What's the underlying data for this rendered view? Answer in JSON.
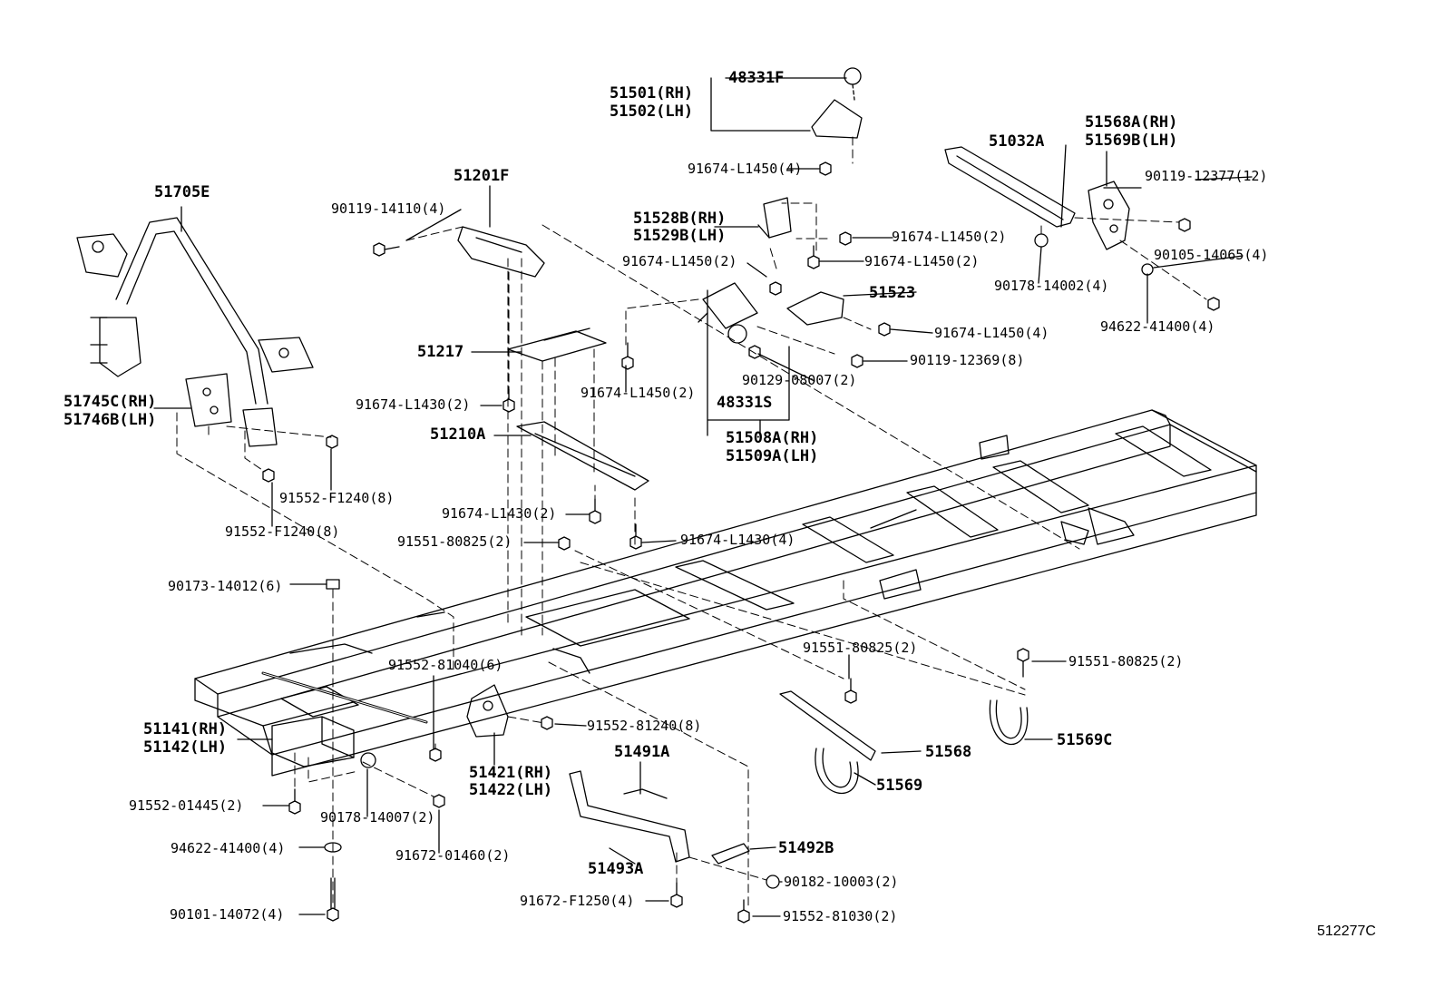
{
  "diagram_id": "512277C",
  "labels": {
    "p48331F": "48331F",
    "p51501_rh": "51501(RH)",
    "p51502_lh": "51502(LH)",
    "p91674_L1450_4_top": "91674-L1450(4)",
    "p51032A": "51032A",
    "p51568A_rh": "51568A(RH)",
    "p51569B_lh": "51569B(LH)",
    "p90119_12377": "90119-12377(12)",
    "p51705E": "51705E",
    "p51201F": "51201F",
    "p90119_14110": "90119-14110(4)",
    "p51528B_rh": "51528B(RH)",
    "p51529B_lh": "51529B(LH)",
    "p91674_L1450_2_a": "91674-L1450(2)",
    "p91674_L1450_2_b": "91674-L1450(2)",
    "p91674_L1450_2_c": "91674-L1450(2)",
    "p90105_14065": "90105-14065(4)",
    "p90178_14002": "90178-14002(4)",
    "p51523": "51523",
    "p94622_41400_right": "94622-41400(4)",
    "p91674_L1450_4_mid": "91674-L1450(4)",
    "p90119_12369": "90119-12369(8)",
    "p51217": "51217",
    "p90129_08007": "90129-08007(2)",
    "p91674_L1430_2_a": "91674-L1430(2)",
    "p91674_L1450_2_d": "91674-L1450(2)",
    "p48331S": "48331S",
    "p51745C_rh": "51745C(RH)",
    "p51746B_lh": "51746B(LH)",
    "p51508A_rh": "51508A(RH)",
    "p51509A_lh": "51509A(LH)",
    "p51210A": "51210A",
    "p91552_F1240_a": "91552-F1240(8)",
    "p91552_F1240_b": "91552-F1240(8)",
    "p91674_L1430_2_b": "91674-L1430(2)",
    "p91551_80825_a": "91551-80825(2)",
    "p91674_L1430_4": "91674-L1430(4)",
    "p90173_14012": "90173-14012(6)",
    "p91551_80825_b": "91551-80825(2)",
    "p91551_80825_c": "91551-80825(2)",
    "p91552_81040": "91552-81040(6)",
    "p91552_81240": "91552-81240(8)",
    "p51141_rh": "51141(RH)",
    "p51142_lh": "51142(LH)",
    "p51568": "51568",
    "p51569C": "51569C",
    "p51491A": "51491A",
    "p51421_rh": "51421(RH)",
    "p51422_lh": "51422(LH)",
    "p51569": "51569",
    "p91552_01445": "91552-01445(2)",
    "p90178_14007": "90178-14007(2)",
    "p91672_01460": "91672-01460(2)",
    "p94622_41400_left": "94622-41400(4)",
    "p51492B": "51492B",
    "p51493A": "51493A",
    "p90182_10003": "90182-10003(2)",
    "p91672_F1250": "91672-F1250(4)",
    "p90101_14072": "90101-14072(4)",
    "p91552_81030": "91552-81030(2)"
  }
}
